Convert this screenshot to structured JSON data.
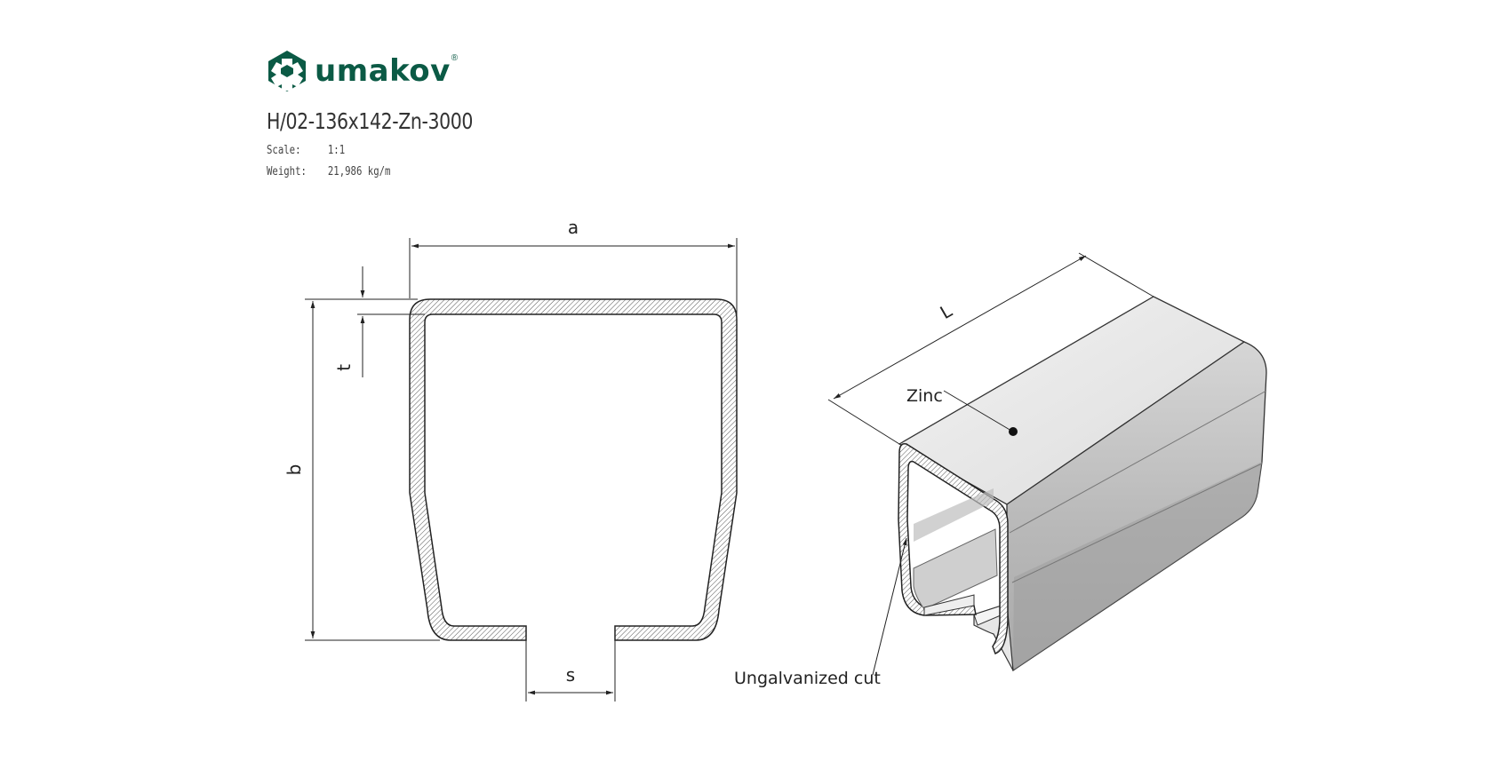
{
  "brand": {
    "name": "umakov",
    "registered_mark": "®",
    "color": "#0b5a45"
  },
  "product": {
    "code": "H/02-136x142-Zn-3000"
  },
  "specs": [
    {
      "label": "Scale:",
      "value": "1:1"
    },
    {
      "label": "Weight:",
      "value": "21,986 kg/m"
    }
  ],
  "dimensions": {
    "width": "a",
    "height": "b",
    "thickness": "t",
    "slot": "s",
    "length": "L"
  },
  "callouts": {
    "zinc": "Zinc",
    "ungalvanized": "Ungalvanized cut"
  },
  "icons": {
    "logo": "umakov-logo-icon"
  }
}
